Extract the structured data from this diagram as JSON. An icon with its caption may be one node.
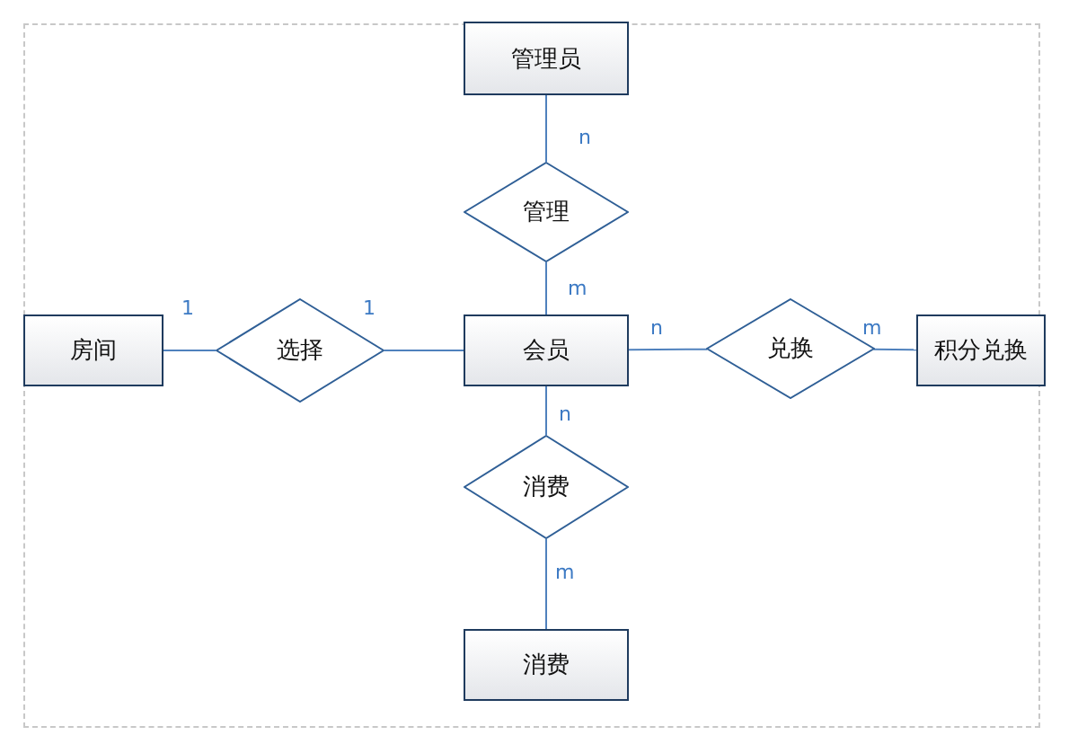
{
  "diagram": {
    "nodes": [
      {
        "text": [
          "管理员"
        ]
      },
      {
        "text": [
          "管理"
        ]
      },
      {
        "text": [
          "房间"
        ]
      },
      {
        "text": [
          "选择"
        ]
      },
      {
        "text": [
          "会员"
        ]
      },
      {
        "text": [
          "兑换"
        ]
      },
      {
        "text": [
          "积分兑换"
        ]
      },
      {
        "text": [
          "消费"
        ]
      },
      {
        "text": [
          "消费"
        ]
      }
    ],
    "edges": [
      {
        "from": 0,
        "to": 1,
        "arrow": "none"
      },
      {
        "from": 1,
        "to": 4,
        "arrow": "none"
      },
      {
        "from": 2,
        "to": 3,
        "arrow": "none"
      },
      {
        "from": 3,
        "to": 4,
        "arrow": "none"
      },
      {
        "from": 4,
        "to": 5,
        "arrow": "none"
      },
      {
        "from": 5,
        "to": 6,
        "arrow": "none"
      },
      {
        "from": 4,
        "to": 7,
        "arrow": "none"
      },
      {
        "from": 7,
        "to": 8,
        "arrow": "none"
      }
    ],
    "labels": [
      "n",
      "m",
      "1",
      "1",
      "n",
      "m",
      "n",
      "m"
    ]
  }
}
